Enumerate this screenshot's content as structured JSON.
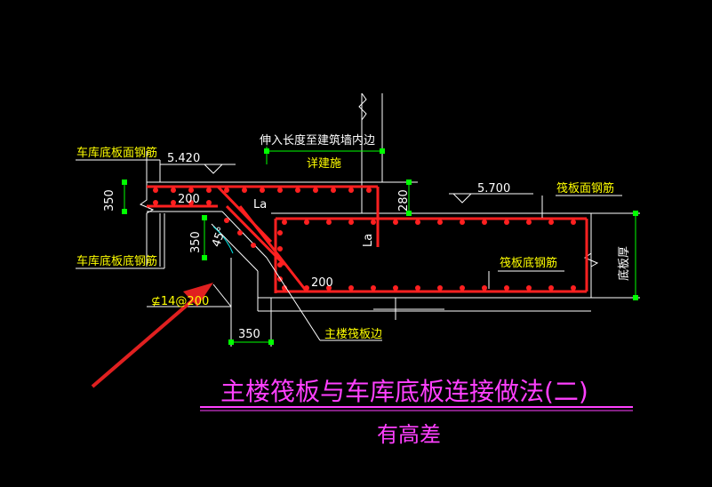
{
  "title": "主楼筏板与车库底板连接做法(二)",
  "subtitle": "有高差",
  "labels": {
    "garage_top_rebar": "车库底板面钢筋",
    "garage_bottom_rebar": "车库底板底钢筋",
    "raft_top_rebar": "筏板面钢筋",
    "raft_bottom_rebar": "筏板底钢筋",
    "anchor_note": "伸入长度至建筑墙内边",
    "see_arch": "详建施",
    "main_raft_edge": "主楼筏板边",
    "slab_thickness": "底板厚",
    "rebar_spec": "⊈14@200",
    "elev_garage": "5.420",
    "elev_raft": "5.700",
    "dim_350_left": "350",
    "dim_350_mid": "350",
    "dim_350_bottom": "350",
    "dim_280": "280",
    "dim_200_top": "200",
    "dim_200_bottom": "200",
    "la_horizontal": "La",
    "la_vertical": "La",
    "angle": "45°"
  },
  "colors": {
    "background": "#000000",
    "rebar": "#ff2020",
    "outline": "#ffffff",
    "text_label": "#ffff00",
    "dimension": "#00ff00",
    "title": "#ff40ff",
    "arrow": "#e02020",
    "leader": "#00e0e0"
  }
}
